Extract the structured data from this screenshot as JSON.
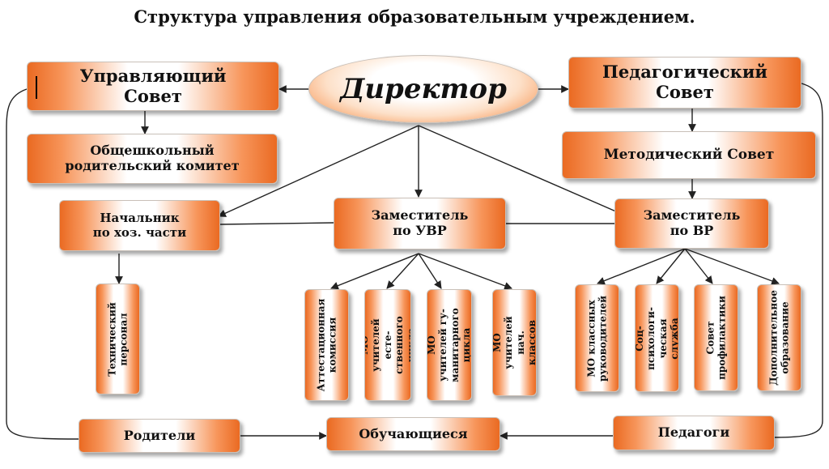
{
  "title": "Структура управления образовательным учреждением.",
  "nodes": {
    "director": "Директор",
    "governing_council": "Управляющий\nСовет",
    "pedagogical_council": "Педагогический\nСовет",
    "parent_committee": "Общешкольный\nродительский комитет",
    "methodical_council": "Методический Совет",
    "head_household": "Начальник\nпо хоз. части",
    "deputy_uvr": "Заместитель\nпо УВР",
    "deputy_vr": "Заместитель\nпо ВР",
    "technical_staff": "Технический\nперсонал",
    "attestation_commission": "Аттестационная\nкомиссия",
    "mo_natural_science": "МО учителей есте-\nственного цикла",
    "mo_humanities": "МО учителей гу-\nманитарного цикла",
    "mo_primary": "МО учителей\nнач. классов",
    "mo_class_teachers": "МО классных\nруководителей",
    "social_psych_service": "Соц-психологи-\nческая служба",
    "prevention_council": "Совет\nпрофилактики",
    "additional_education": "Дополнительное\nобразование",
    "parents": "Родители",
    "students": "Обучающиеся",
    "teachers": "Педагоги"
  },
  "colors": {
    "accent": "#ea6a22",
    "accent_light": "#f7955a",
    "line": "#222222"
  }
}
